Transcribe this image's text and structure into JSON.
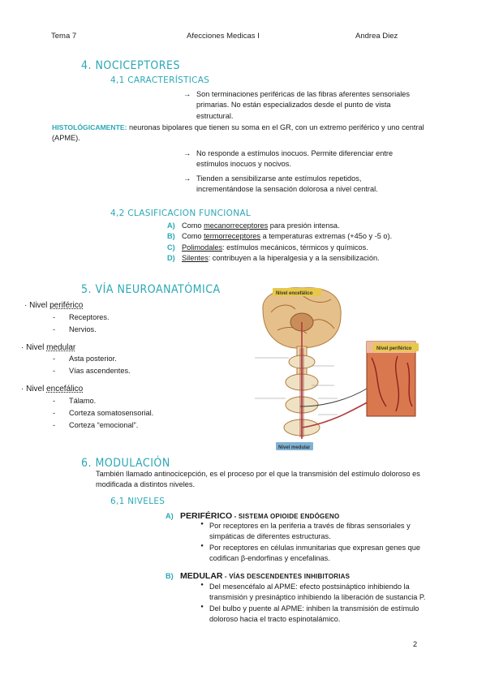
{
  "header": {
    "left": "Tema 7",
    "center": "Afecciones Medicas I",
    "right": "Andrea Diez"
  },
  "s4": {
    "title": "4.  NOCICEPTORES",
    "s41": "4,1      CARACTERÍSTICAS",
    "arrow1": "Son terminaciones periféricas de las fibras aferentes sensoriales primarias. No están especializados desde el punto de vista estructural.",
    "histo_label": "HISTOLÓGICAMENTE:",
    "histo_text": "neuronas bipolares que tienen su soma en el GR, con un extremo periférico y uno central (APME).",
    "arrow2": "No responde a estímulos inocuos. Permite diferenciar entre estímulos inocuos y nocivos.",
    "arrow3": "Tienden a sensibilizarse ante estímulos repetidos, incrementándose la sensación dolorosa a nivel central.",
    "arrow_symbol": "→",
    "s42": "4,2      CLASIFICACION FUNCIONAL",
    "classA_letter": "A)",
    "classA_pre": "Como ",
    "classA_u": "mecanorreceptores",
    "classA_post": " para presión intensa.",
    "classB_letter": "B)",
    "classB_pre": "Como ",
    "classB_u": "termorreceptores",
    "classB_post": " a temperaturas extremas (+45o y -5 o).",
    "classC_letter": "C)",
    "classC_u": "Polimodales",
    "classC_post": ": estímulos mecánicos, térmicos y químicos.",
    "classD_letter": "D)",
    "classD_u": "Silentes",
    "classD_post": ": contribuyen a la hiperalgesia y a la sensibilización."
  },
  "s5": {
    "title": "5.  VÍA NEUROANATÓMICA",
    "n1_pre": "· Nivel ",
    "n1_u": "periférico",
    "n1_items": [
      "Receptores.",
      "Nervios."
    ],
    "n2_pre": "· Nivel ",
    "n2_u": "medular",
    "n2_items": [
      "Asta posterior.",
      "Vías ascendentes."
    ],
    "n3_pre": "· Nivel ",
    "n3_u": "encefálico",
    "n3_items": [
      "Tálamo.",
      "Corteza somatosensorial.",
      "Corteza “emocional”."
    ],
    "dash": "-",
    "fig_nivel_encefalico": "Nivel encefálico",
    "fig_nivel_periferico": "Nivel periférico",
    "fig_nivel_medular": "Nivel medular"
  },
  "s6": {
    "title": "6.  MODULACIÓN",
    "intro": "También llamado antinocicepción, es el proceso por el que la transmisión del estímulo doloroso es modificada a distintos niveles.",
    "s61": "6,1      NIVELES",
    "a_letter": "A)",
    "a_head": "PERIFÉRICO",
    "a_sub": " - SISTEMA OPIOIDE ENDÓGENO",
    "a_b1": "Por receptores en la periferia a través de fibras sensoriales y simpáticas de diferentes estructuras.",
    "a_b2": "Por receptores en células inmunitarias que expresan genes que codifican β-endorfinas y encefalinas.",
    "b_letter": "B)",
    "b_head": "MEDULAR",
    "b_sub": " - VÍAS DESCENDENTES INHIBITORIAS",
    "b_b1": "Del mesencéfalo al APME: efecto postsináptico inhibiendo la transmisión y presináptico inhibiendo la liberación de sustancia P.",
    "b_b2": "Del bulbo y puente al APME: inhiben la transmisión de estímulo doloroso hacia el tracto espinotalámico.",
    "bullet": "●"
  },
  "page_number": "2",
  "colors": {
    "accent": "#2aa8b5",
    "label_yellow": "#e8c84a"
  }
}
